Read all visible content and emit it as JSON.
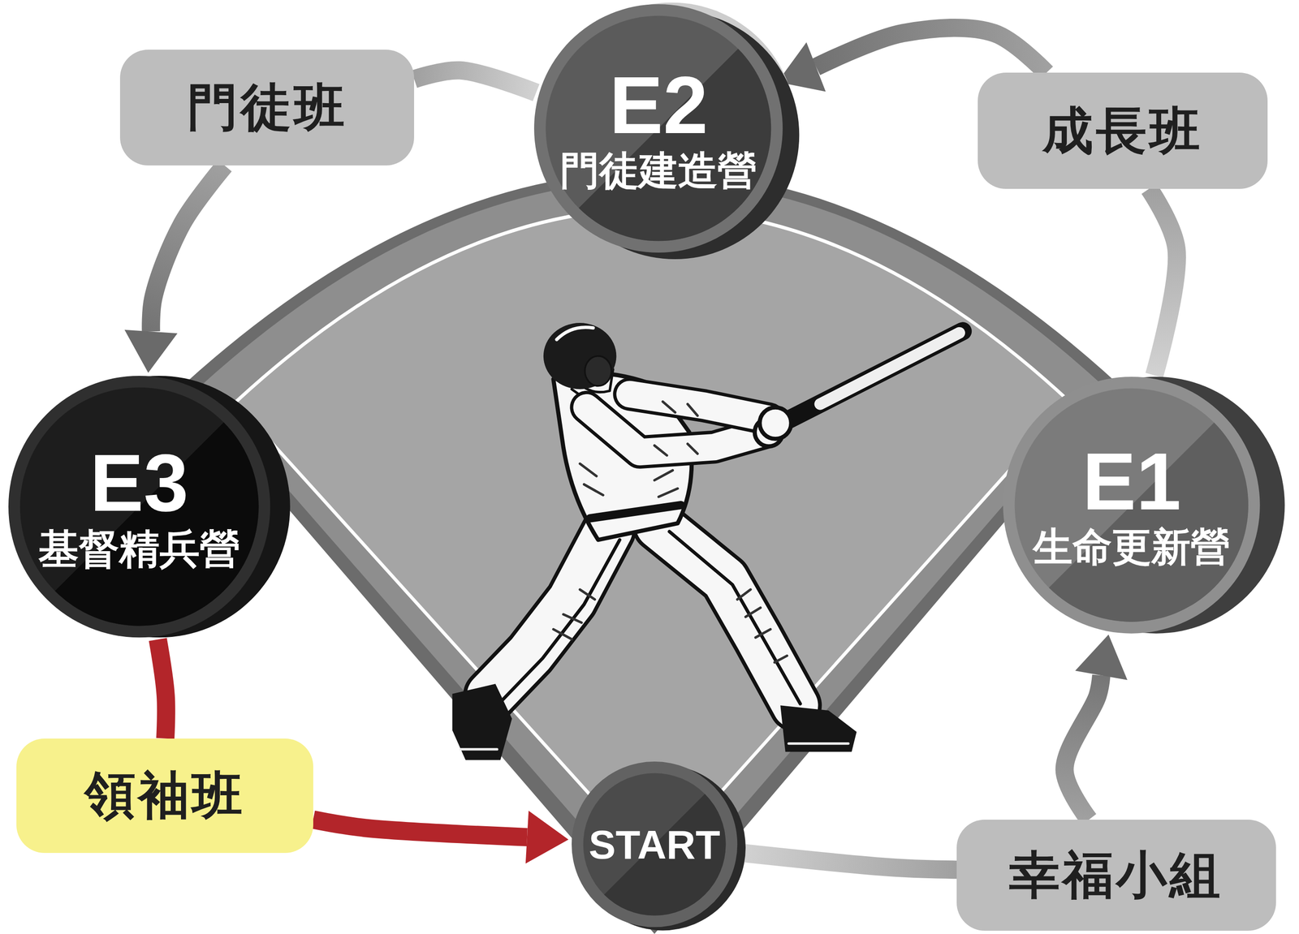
{
  "diagram": {
    "nodes": [
      {
        "text": [
          "E2",
          "門徒建造營"
        ]
      },
      {
        "text": [
          "門徒班"
        ]
      },
      {
        "text": [
          "成長班"
        ]
      },
      {
        "text": [
          "E3",
          "基督精兵營"
        ]
      },
      {
        "text": [
          "E1",
          "生命更新營"
        ]
      },
      {
        "text": [
          "領袖班"
        ]
      },
      {
        "text": [
          "START"
        ]
      },
      {
        "text": [
          "幸福小組"
        ]
      }
    ],
    "edges": [
      {
        "from": 6,
        "to": 7,
        "arrow": "none"
      },
      {
        "from": 7,
        "to": 4,
        "arrow": "to"
      },
      {
        "from": 4,
        "to": 2,
        "arrow": "none"
      },
      {
        "from": 2,
        "to": 0,
        "arrow": "to"
      },
      {
        "from": 0,
        "to": 1,
        "arrow": "none"
      },
      {
        "from": 1,
        "to": 3,
        "arrow": "to"
      },
      {
        "from": 3,
        "to": 5,
        "arrow": "none"
      },
      {
        "from": 5,
        "to": 6,
        "arrow": "to"
      }
    ]
  }
}
